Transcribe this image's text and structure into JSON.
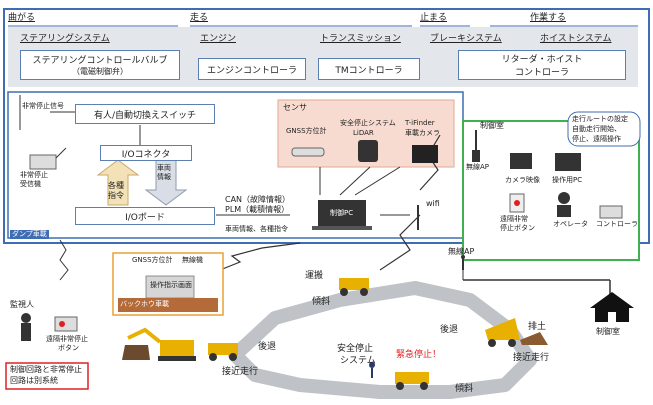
{
  "vehicle": {
    "sections": {
      "turn": "曲がる",
      "run": "走る",
      "stop": "止まる",
      "work": "作業する"
    },
    "systems": {
      "steering": "ステアリングシステム",
      "engine": "エンジン",
      "transmission": "トランスミッション",
      "brake": "ブレーキシステム",
      "hoist": "ホイストシステム"
    },
    "controllers": {
      "steering_valve": "ステアリングコントロールバルブ",
      "steering_valve_sub": "（電磁制御弁）",
      "engine": "エンジンコントローラ",
      "tm": "TMコントローラ",
      "retarder": "リターダ・ホイスト",
      "retarder2": "コントローラ"
    },
    "manual_auto_switch": "有人/自動切換えスイッチ",
    "io_connector": "I/Oコネクタ",
    "io_board": "I/Oボード",
    "estop_signal": "非常停止信号",
    "estop_receiver": "非常停止",
    "estop_receiver2": "受信機",
    "commands": "各種",
    "commands2": "指令",
    "vehicle_info": "車両",
    "vehicle_info2": "情報",
    "dump_vehicle": "ダンプ車載",
    "sensor_title": "センサ",
    "gnss": "GNSS方位計",
    "lidar": "安全停止システム",
    "lidar2": "LiDAR",
    "tifinder": "T-iFinder",
    "tifinder2": "車載カメラ",
    "can": "CAN（故障情報）",
    "plm": "PLM（載積情報）",
    "vehicle_info_cmds": "車両情報、各種指令",
    "control_pc": "制御PC",
    "wifi": "wifi"
  },
  "control_room_box": {
    "title": "制御室",
    "ap": "無線AP",
    "callout": [
      "走行ルートの設定",
      "自動走行開始、",
      "停止、遠隔操作"
    ],
    "camera": "カメラ映像",
    "operator_pc": "操作用PC",
    "remote_estop": [
      "遠隔非常",
      "停止ボタン"
    ],
    "operator": "オペレータ",
    "controller": "コントローラ"
  },
  "backhoe": {
    "gnss": "GNSS方位計",
    "radio": "無線機",
    "screen": "操作指示画面",
    "label": "バックホウ車載"
  },
  "site": {
    "ap": "無線AP",
    "control_room": "制御室",
    "haul": "運搬",
    "slope1": "傾斜",
    "slope2": "傾斜",
    "dump": "排土",
    "reverse1": "後退",
    "reverse2": "後退",
    "approach1": "接近走行",
    "approach2": "接近走行",
    "safety_stop": [
      "安全停止",
      "システム"
    ],
    "emergency_stop": "緊急停止！"
  },
  "watcher": {
    "label": "監視人",
    "estop_button": [
      "遠隔非常停止",
      "ボタン"
    ],
    "note": [
      "制御回路と非常停止",
      "回路は別系統"
    ]
  }
}
